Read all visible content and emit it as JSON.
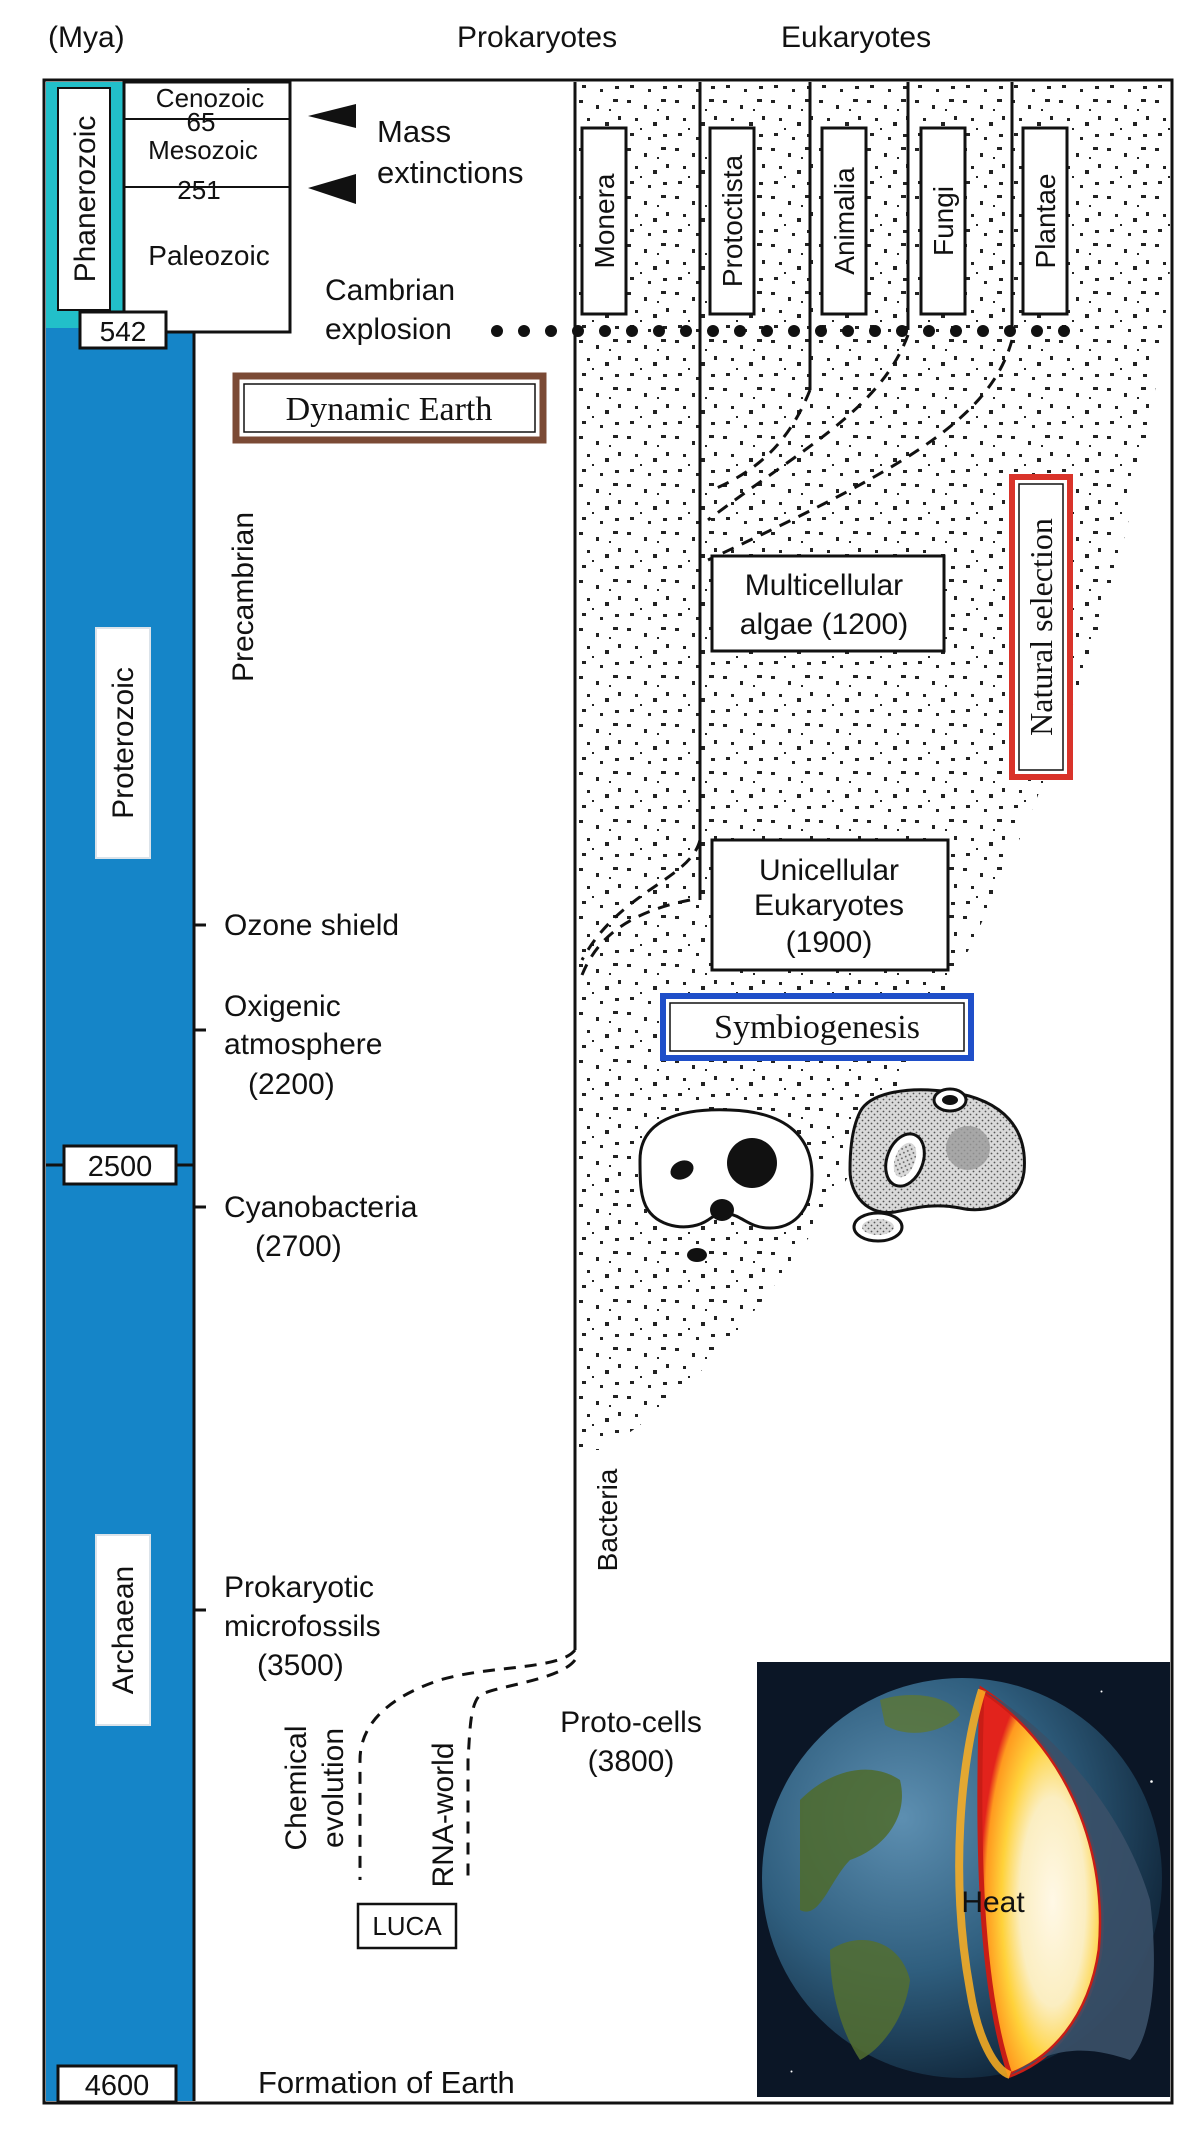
{
  "header": {
    "units": "(Mya)",
    "prokaryotes": "Prokaryotes",
    "eukaryotes": "Eukaryotes"
  },
  "eons": {
    "phanerozoic": "Phanerozoic",
    "proterozoic": "Proterozoic",
    "archaean": "Archaean"
  },
  "eras": {
    "cenozoic": "Cenozoic",
    "mesozoic": "Mesozoic",
    "paleozoic": "Paleozoic",
    "precambrian": "Precambrian"
  },
  "time_markers": {
    "m65": "65",
    "m251": "251",
    "m542": "542",
    "m2500": "2500",
    "m4600": "4600"
  },
  "events": {
    "mass_extinctions": [
      "Mass",
      "extinctions"
    ],
    "cambrian_explosion": [
      "Cambrian",
      "explosion"
    ],
    "ozone_shield": "Ozone shield",
    "oxygenic_atmosphere": [
      "Oxigenic",
      "atmosphere",
      "(2200)"
    ],
    "cyanobacteria": [
      "Cyanobacteria",
      "(2700)"
    ],
    "prokaryotic_microfossils": [
      "Prokaryotic",
      "microfossils",
      "(3500)"
    ],
    "formation_of_earth": "Formation of Earth",
    "proto_cells": [
      "Proto-cells",
      "(3800)"
    ],
    "chemical_evolution": [
      "Chemical",
      "evolution"
    ],
    "rna_world": "RNA-world",
    "luca": "LUCA"
  },
  "kingdoms": [
    "Monera",
    "Protoctista",
    "Animalia",
    "Fungi",
    "Plantae"
  ],
  "lineages": {
    "bacteria": "Bacteria",
    "multicellular_algae": [
      "Multicellular",
      "algae (1200)"
    ],
    "unicellular_eukaryotes": [
      "Unicellular",
      "Eukaryotes",
      "(1900)"
    ]
  },
  "themes": {
    "dynamic_earth": "Dynamic Earth",
    "natural_selection": "Natural selection",
    "symbiogenesis": "Symbiogenesis",
    "heat": "Heat"
  },
  "colors": {
    "timeline_blue": "#1585c8",
    "phanerozoic_cyan": "#22bfc9",
    "dynamic_earth_border": "#7b4a35",
    "natural_selection_border": "#d9332a",
    "symbiogenesis_border": "#1f4fc9",
    "heat_core": "#ffcc22"
  }
}
